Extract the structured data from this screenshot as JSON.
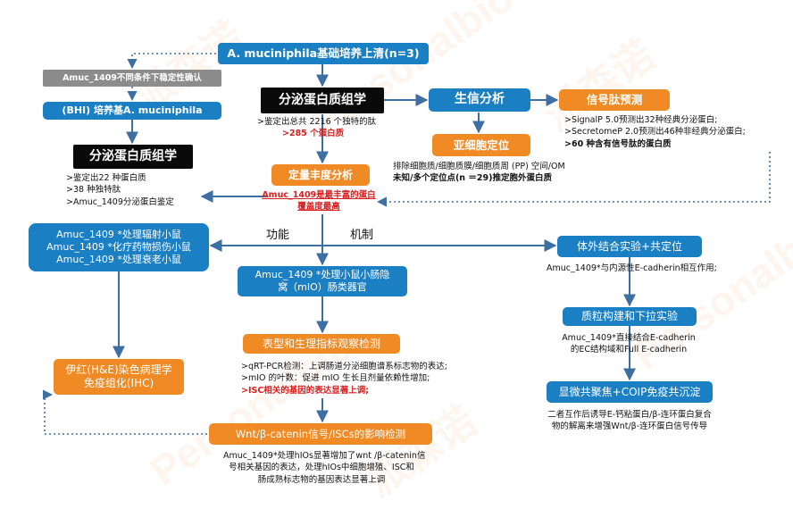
{
  "watermark": {
    "cn": "派森诺",
    "en": "Personalbio"
  },
  "top_box": "A. muciniphila基础培养上清(n=3)",
  "gray_box": "Amuc_1409不同条件下稳定性确认",
  "bhi_box": "(BHI) 培养基A. muciniphila",
  "secretome_box_main": "分泌蛋白质组学",
  "secretome_box_left": "分泌蛋白质组学",
  "bioinfo_box": "生信分析",
  "signal_box": "信号肽预测",
  "signal_notes": {
    "l1": ">SignalP 5.0预测出32种经典分泌蛋白;",
    "l2": ">SecretomeP 2.0预测出46种非经典分泌蛋白;",
    "l3": ">60 种含有信号肽的蛋白质"
  },
  "main_notes": {
    "l1": ">鉴定出总共 2216 个独特的肽",
    "l2": ">285 个蛋白质"
  },
  "subcell_box": "亚细胞定位",
  "subcell_notes": {
    "l1": "排除细胞质/细胞质膜/细胞质周 (PP) 空间/OM",
    "l2": "未知/多个定位点(n ＝29)推定胞外蛋白质"
  },
  "left_notes": {
    "l1": ">鉴定出22 种蛋白质",
    "l2": ">38 种独特肽",
    "l3": ">Amuc_1409分泌蛋白鉴定"
  },
  "quant_box": "定量丰度分析",
  "quant_note": {
    "l1": "Amuc_1409是最丰富的蛋白",
    "l2": "覆盖度最高"
  },
  "function_label": "功能",
  "mechanism_label": "机制",
  "mice_box": {
    "l1": "Amuc_1409 *处理辐射小鼠",
    "l2": "Amuc_1409 *化疗药物损伤小鼠",
    "l3": "Amuc_1409 *处理衰老小鼠"
  },
  "mio_box": {
    "l1": "Amuc_1409 *处理小鼠小肠隐",
    "l2": "窝（mIO）肠类器官"
  },
  "phenotype_box": "表型和生理指标观察检测",
  "phenotype_notes": {
    "l1": ">qRT-PCR检测：上调肠道分泌细胞谱系标志物的表达;",
    "l2": ">mIO 的叶数：促进 mIO 生长且剂量依赖性增加;",
    "l3": ">ISC相关的基因的表达显著上调;"
  },
  "he_box": {
    "l1": "伊红(H&E)染色病理学",
    "l2": "免疫组化(IHC)"
  },
  "wnt_box": "Wnt/β-catenin信号/ISCs的影响检测",
  "wnt_notes": {
    "l1": "Amuc_1409*处理hIOs显著增加了wnt /β-catenin信",
    "l2": "号相关基因的表达，处理hIOs中细胞增殖、ISC和",
    "l3": "肠成熟标志物的基因表达显著上调"
  },
  "binding_box": "体外结合实验+共定位",
  "binding_note": "Amuc_1409*与内源性E-cadherin相互作用;",
  "pulldown_box": "质粒构建和下拉实验",
  "pulldown_notes": {
    "l1": "Amuc_1409*直接结合E-cadherin",
    "l2": "的EC结构域和Full E-cadherin"
  },
  "confocal_box": "显微共聚焦+COIP免疫共沉淀",
  "confocal_notes": {
    "l1": "二者互作后诱导E-钙粘蛋白/β-连环蛋白复合",
    "l2": "物的解离来增强Wnt/β-连环蛋白信号传导"
  },
  "colors": {
    "blue": "#1b7fc4",
    "orange": "#f08a24",
    "arrow": "#3d6fa3",
    "red": "#d81e1e"
  }
}
